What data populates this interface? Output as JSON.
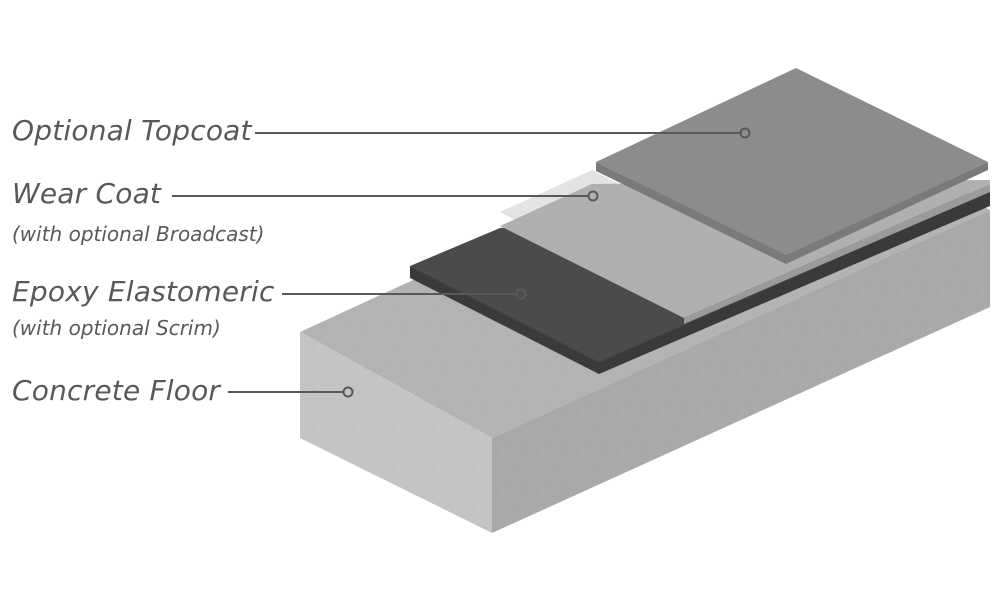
{
  "layers": [
    {
      "id": "topcoat",
      "label": "Optional Topcoat",
      "sublabel": ""
    },
    {
      "id": "wear",
      "label": "Wear Coat",
      "sublabel": "(with optional Broadcast)"
    },
    {
      "id": "epoxy",
      "label": "Epoxy Elastomeric",
      "sublabel": "(with optional Scrim)"
    },
    {
      "id": "concrete",
      "label": "Concrete Floor",
      "sublabel": ""
    }
  ],
  "colors": {
    "label_text": "#58595b",
    "leader_line": "#58595b",
    "concrete_top": "#b3b3b3",
    "concrete_left": "#c4c4c4",
    "concrete_front": "#a9a9a9",
    "epoxy_top": "#4b4b4d",
    "epoxy_edge": "#3a3a3c",
    "wear_top": "#b0b0b2",
    "broadcast_overlay": "#e3e3e4",
    "topcoat_top": "#8c8c8e",
    "topcoat_edge": "#7a7a7c"
  }
}
